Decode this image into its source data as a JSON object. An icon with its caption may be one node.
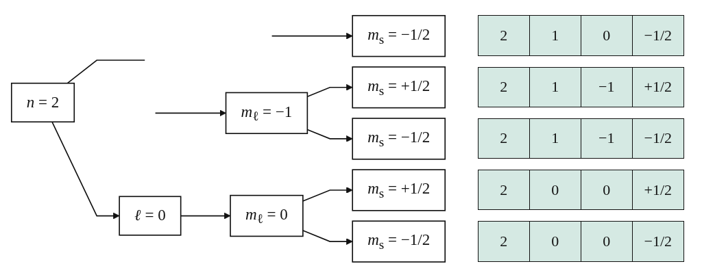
{
  "diagram": {
    "nodes": [
      {
        "text": [
          "*n* = 2"
        ]
      },
      {
        "text": [
          "*ℓ* = 0"
        ]
      },
      {
        "text": [
          "*m*$_{ℓ}$ = −1"
        ]
      },
      {
        "text": [
          "*m*$_{ℓ}$ = 0"
        ]
      },
      {
        "text": [
          "*m*$_{s}$ = −1/2"
        ]
      },
      {
        "text": [
          "*m*$_{s}$ = +1/2"
        ]
      },
      {
        "text": [
          "*m*$_{s}$ = −1/2"
        ]
      },
      {
        "text": [
          "*m*$_{s}$ = +1/2"
        ]
      },
      {
        "text": [
          "*m*$_{s}$ = −1/2"
        ]
      }
    ],
    "edges": [
      {
        "from": 0,
        "to": null,
        "arrow": "none"
      },
      {
        "from": 0,
        "to": 1,
        "arrow": "to"
      },
      {
        "from": null,
        "to": 2,
        "arrow": "to"
      },
      {
        "from": null,
        "to": 4,
        "arrow": "to"
      },
      {
        "from": 2,
        "to": 5,
        "arrow": "to"
      },
      {
        "from": 2,
        "to": 6,
        "arrow": "to"
      },
      {
        "from": 1,
        "to": 3,
        "arrow": "to"
      },
      {
        "from": 3,
        "to": 7,
        "arrow": "to"
      },
      {
        "from": 3,
        "to": 8,
        "arrow": "to"
      }
    ],
    "labels": [
      "2",
      "1",
      "0",
      "−1/2",
      "2",
      "1",
      "−1",
      "+1/2",
      "2",
      "1",
      "−1",
      "−1/2",
      "2",
      "0",
      "0",
      "+1/2",
      "2",
      "0",
      "0",
      "−1/2"
    ]
  }
}
